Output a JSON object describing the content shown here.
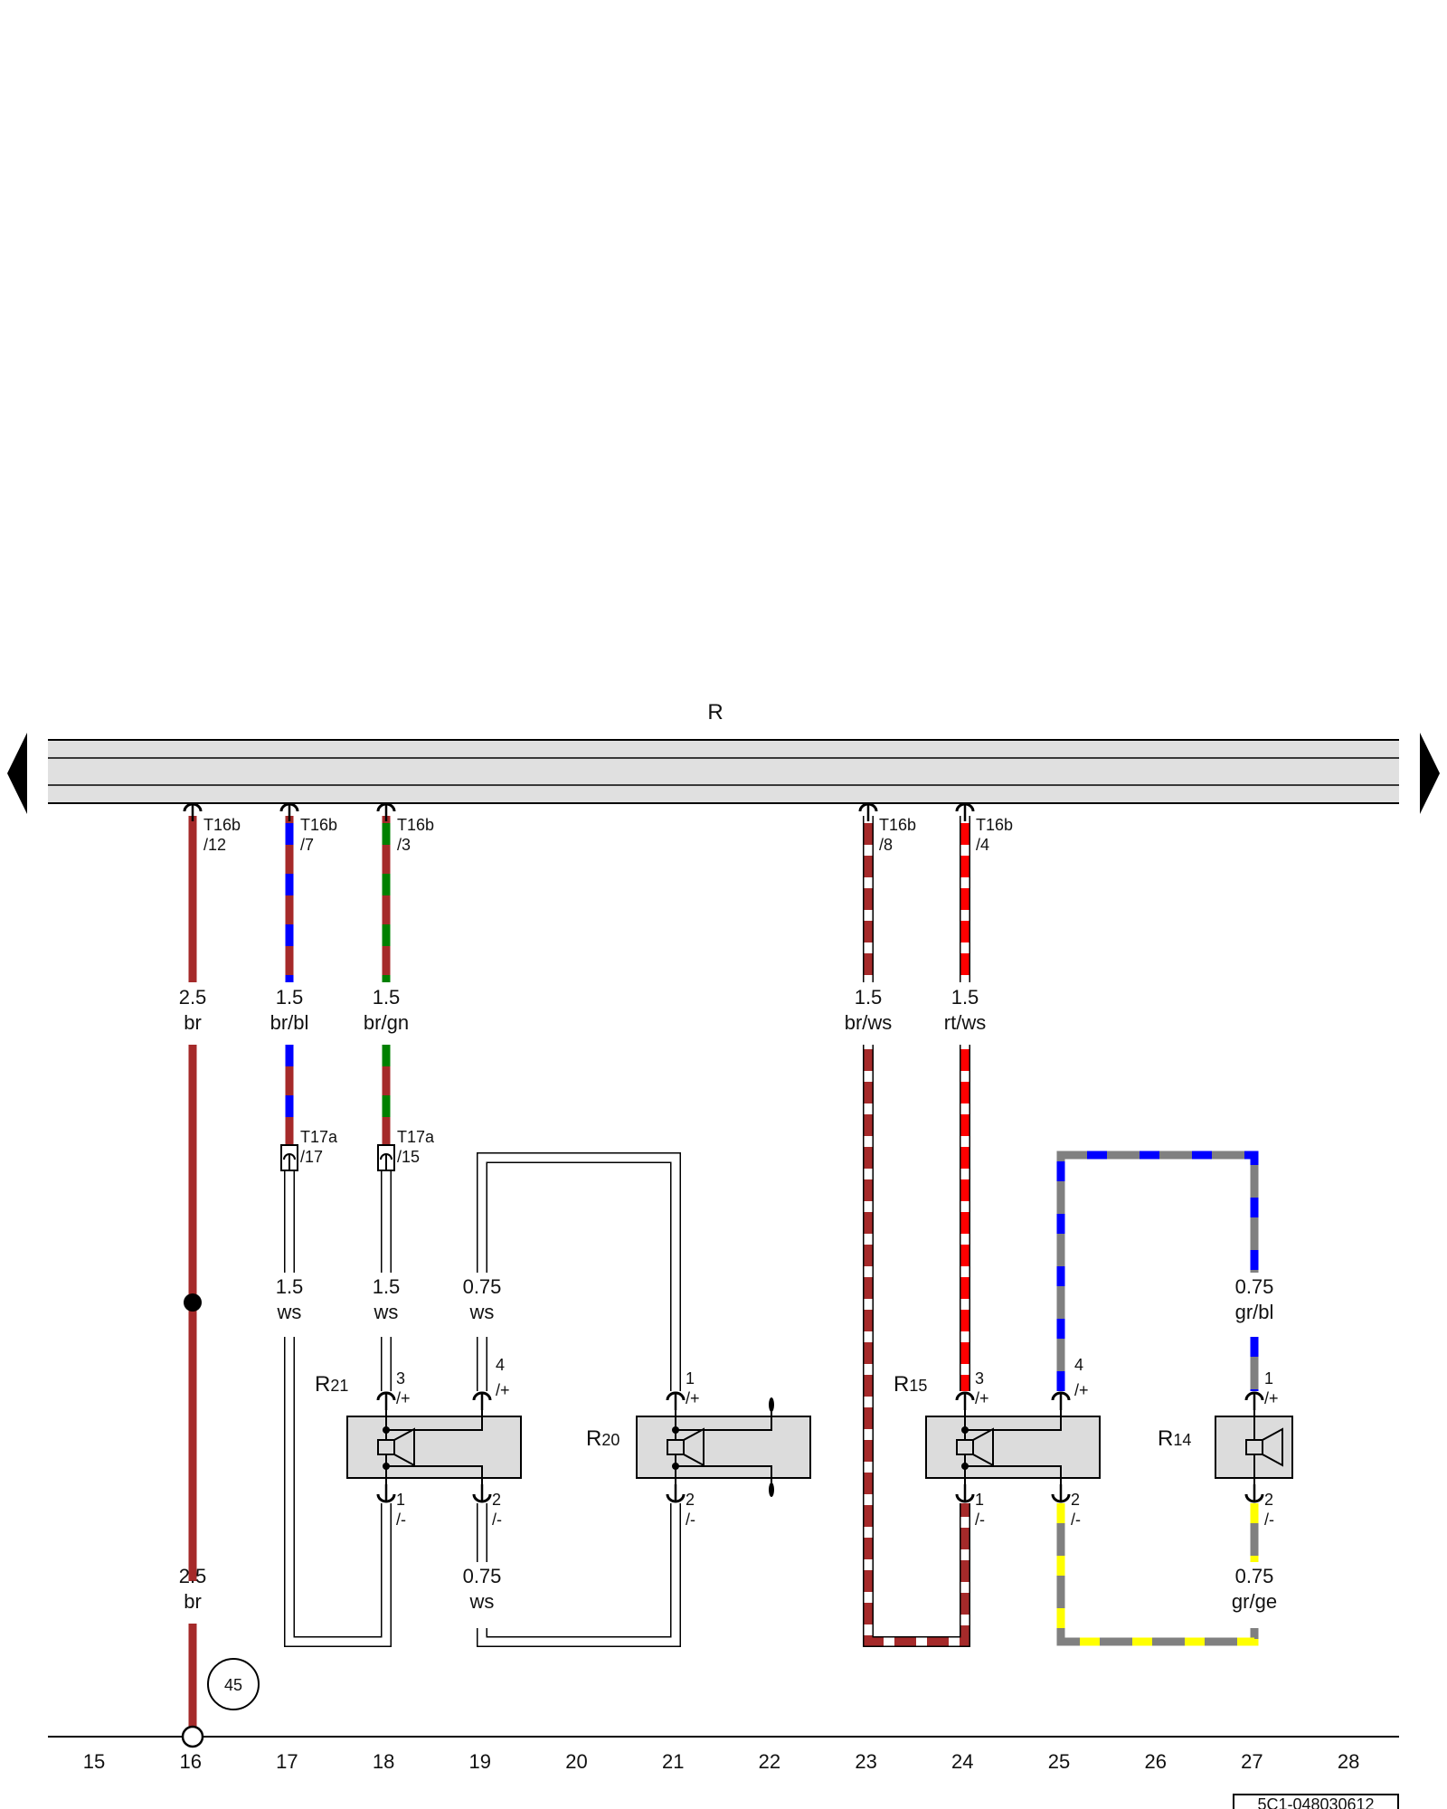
{
  "header": {
    "component": "R"
  },
  "footer": {
    "ground_point": "45",
    "doc_code": "5C1-048030612",
    "track_numbers": [
      "15",
      "16",
      "17",
      "18",
      "19",
      "20",
      "21",
      "22",
      "23",
      "24",
      "25",
      "26",
      "27",
      "28"
    ]
  },
  "connectors": {
    "c1": {
      "name": "T16b",
      "pin": "/12"
    },
    "c2": {
      "name": "T16b",
      "pin": "/7"
    },
    "c3": {
      "name": "T16b",
      "pin": "/3"
    },
    "c4": {
      "name": "T16b",
      "pin": "/8"
    },
    "c5": {
      "name": "T16b",
      "pin": "/4"
    },
    "c6": {
      "name": "T17a",
      "pin": "/17"
    },
    "c7": {
      "name": "T17a",
      "pin": "/15"
    }
  },
  "wires": {
    "w16a": {
      "size": "2.5",
      "color": "br"
    },
    "w17a": {
      "size": "1.5",
      "color": "br/bl"
    },
    "w18a": {
      "size": "1.5",
      "color": "br/gn"
    },
    "w23a": {
      "size": "1.5",
      "color": "br/ws"
    },
    "w24a": {
      "size": "1.5",
      "color": "rt/ws"
    },
    "w17b": {
      "size": "1.5",
      "color": "ws"
    },
    "w18b": {
      "size": "1.5",
      "color": "ws"
    },
    "w19a": {
      "size": "0.75",
      "color": "ws"
    },
    "w27a": {
      "size": "0.75",
      "color": "gr/bl"
    },
    "w16b": {
      "size": "2.5",
      "color": "br"
    },
    "w19b": {
      "size": "0.75",
      "color": "ws"
    },
    "w27b": {
      "size": "0.75",
      "color": "gr/ge"
    }
  },
  "speakers": {
    "r21": {
      "name": "R",
      "sub": "21",
      "pin_a": "3",
      "pin_a_sign": "/+",
      "pin_b": "4",
      "pin_b_sign": "/+",
      "pin_c": "1",
      "pin_c_sign": "/-",
      "pin_d": "2",
      "pin_d_sign": "/-"
    },
    "r20": {
      "name": "R",
      "sub": "20",
      "pin_a": "1",
      "pin_a_sign": "/+",
      "pin_c": "2",
      "pin_c_sign": "/-"
    },
    "r15": {
      "name": "R",
      "sub": "15",
      "pin_a": "3",
      "pin_a_sign": "/+",
      "pin_b": "4",
      "pin_b_sign": "/+",
      "pin_c": "1",
      "pin_c_sign": "/-",
      "pin_d": "2",
      "pin_d_sign": "/-"
    },
    "r14": {
      "name": "R",
      "sub": "14",
      "pin_a": "1",
      "pin_a_sign": "/+",
      "pin_c": "2",
      "pin_c_sign": "/-"
    }
  },
  "colors": {
    "br": "#a52a2a",
    "bl": "#0000ff",
    "gn": "#008000",
    "rt": "#ff0000",
    "ws": "#ffffff",
    "gr": "#808080",
    "ge": "#ffff00",
    "bar": "#e0e0e0",
    "box": "#dcdcdc"
  }
}
